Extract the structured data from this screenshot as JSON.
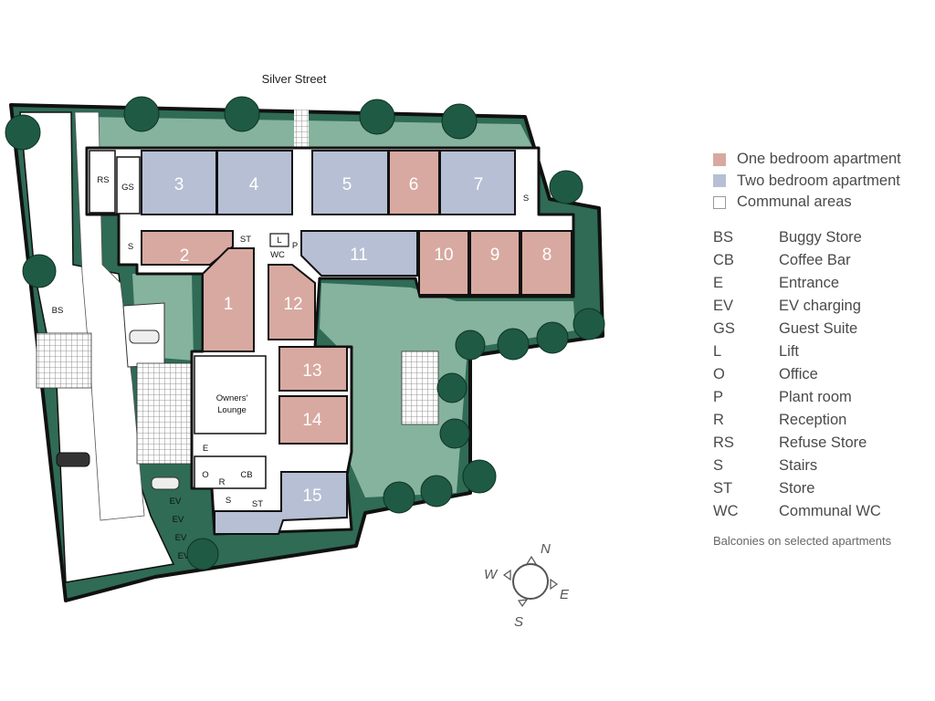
{
  "street": "Silver Street",
  "colors": {
    "one_bedroom": "#d8a9a0",
    "two_bedroom": "#b7bfd4",
    "communal": "#ffffff",
    "garden": "#2f6b55",
    "garden_light": "#86b39e",
    "wall": "#111111",
    "car_park": "#ffffff"
  },
  "apartments": {
    "a1": "1",
    "a2": "2",
    "a3": "3",
    "a4": "4",
    "a5": "5",
    "a6": "6",
    "a7": "7",
    "a8": "8",
    "a9": "9",
    "a10": "10",
    "a11": "11",
    "a12": "12",
    "a13": "13",
    "a14": "14",
    "a15": "15"
  },
  "room_labels": {
    "rs": "RS",
    "gs": "GS",
    "s_left": "S",
    "s_right": "S",
    "st_top": "ST",
    "l": "L",
    "wc": "WC",
    "p": "P",
    "bs": "BS",
    "lounge_1": "Owners'",
    "lounge_2": "Lounge",
    "e": "E",
    "o": "O",
    "r": "R",
    "cb": "CB",
    "s_bottom": "S",
    "st_bottom": "ST",
    "ev1": "EV",
    "ev2": "EV",
    "ev3": "EV",
    "ev4": "EV"
  },
  "compass": {
    "n": "N",
    "e": "E",
    "s": "S",
    "w": "W"
  },
  "legend": {
    "keys": [
      {
        "label": "One bedroom apartment",
        "color": "#d8a9a0"
      },
      {
        "label": "Two bedroom apartment",
        "color": "#b7bfd4"
      },
      {
        "label": "Communal areas",
        "color": "#ffffff"
      }
    ],
    "abbreviations": [
      {
        "code": "BS",
        "meaning": "Buggy Store"
      },
      {
        "code": "CB",
        "meaning": "Coffee Bar"
      },
      {
        "code": "E",
        "meaning": "Entrance"
      },
      {
        "code": "EV",
        "meaning": "EV charging"
      },
      {
        "code": "GS",
        "meaning": "Guest Suite"
      },
      {
        "code": "L",
        "meaning": "Lift"
      },
      {
        "code": "O",
        "meaning": "Office"
      },
      {
        "code": "P",
        "meaning": "Plant room"
      },
      {
        "code": "R",
        "meaning": "Reception"
      },
      {
        "code": "RS",
        "meaning": "Refuse Store"
      },
      {
        "code": "S",
        "meaning": "Stairs"
      },
      {
        "code": "ST",
        "meaning": "Store"
      },
      {
        "code": "WC",
        "meaning": "Communal WC"
      }
    ],
    "note": "Balconies on selected apartments"
  }
}
